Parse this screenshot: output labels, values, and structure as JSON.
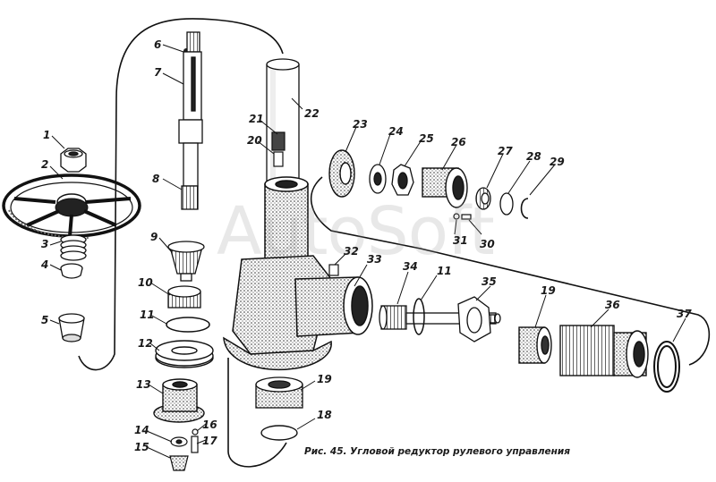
{
  "caption": "Рис. 45. Угловой редуктор рулевого управления",
  "watermark": "AutoSoft",
  "callouts": [
    "1",
    "2",
    "3",
    "4",
    "5",
    "6",
    "7",
    "8",
    "9",
    "10",
    "11",
    "12",
    "13",
    "14",
    "15",
    "16",
    "17",
    "18",
    "19",
    "20",
    "21",
    "22",
    "23",
    "24",
    "25",
    "26",
    "27",
    "28",
    "29",
    "30",
    "31",
    "32",
    "33",
    "34",
    "11",
    "35",
    "19",
    "36",
    "37"
  ],
  "colors": {
    "ink": "#1a1a1a",
    "paper": "#ffffff"
  }
}
